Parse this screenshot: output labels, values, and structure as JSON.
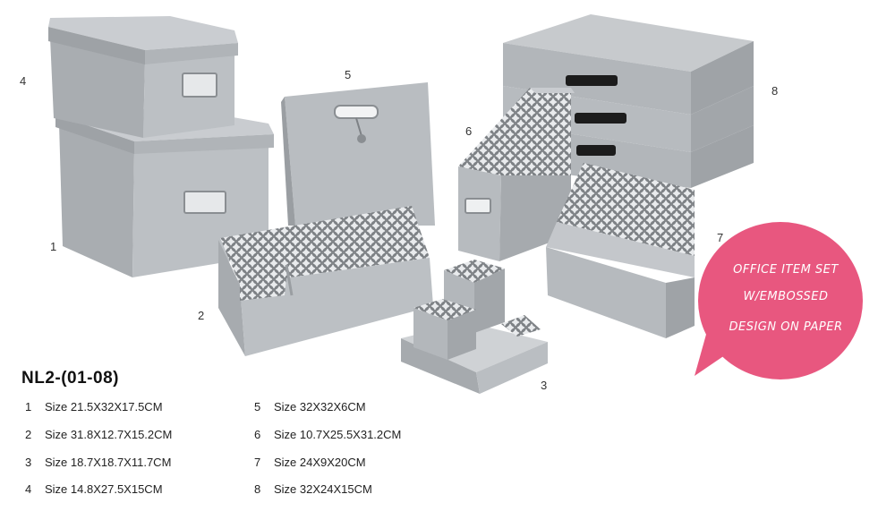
{
  "title": "NL2-(01-08)",
  "callouts": [
    "1",
    "2",
    "3",
    "4",
    "5",
    "6",
    "7",
    "8"
  ],
  "bubble": {
    "line1": "OFFICE ITEM SET",
    "line2": "W/EMBOSSED",
    "line3": "DESIGN ON PAPER",
    "color": "#e8577f"
  },
  "specs_left": [
    {
      "n": "1",
      "text": "Size 21.5X32X17.5CM"
    },
    {
      "n": "2",
      "text": "Size 31.8X12.7X15.2CM"
    },
    {
      "n": "3",
      "text": "Size 18.7X18.7X11.7CM"
    },
    {
      "n": "4",
      "text": "Size 14.8X27.5X15CM"
    }
  ],
  "specs_right": [
    {
      "n": "5",
      "text": "Size 32X32X6CM"
    },
    {
      "n": "6",
      "text": "Size 10.7X25.5X31.2CM"
    },
    {
      "n": "7",
      "text": "Size 24X9X20CM"
    },
    {
      "n": "8",
      "text": "Size 32X24X15CM"
    }
  ],
  "colors": {
    "product": "#b4b8bc",
    "product_dark": "#8f9397",
    "product_light": "#d3d6d9"
  }
}
